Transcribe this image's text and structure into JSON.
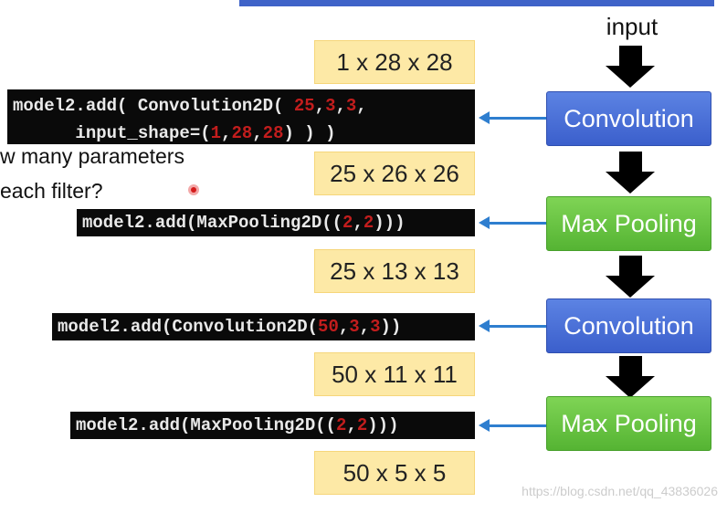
{
  "header": {
    "input_label": "input"
  },
  "shapes": [
    "1 x 28 x 28",
    "25 x 26 x 26",
    "25 x 13 x 13",
    "50 x 11 x 11",
    "50 x 5 x 5"
  ],
  "layers": [
    {
      "label": "Convolution",
      "kind": "conv"
    },
    {
      "label": "Max Pooling",
      "kind": "pool"
    },
    {
      "label": "Convolution",
      "kind": "conv"
    },
    {
      "label": "Max Pooling",
      "kind": "pool"
    }
  ],
  "code": {
    "conv1": {
      "line1_prefix": "model2.add( Convolution2D( ",
      "line1_n1": "25",
      "line1_sep1": ",",
      "line1_n2": "3",
      "line1_sep2": ",",
      "line1_n3": "3",
      "line1_suffix": ",",
      "line2_prefix": "      input_shape=(",
      "line2_n1": "1",
      "line2_sep1": ",",
      "line2_n2": "28",
      "line2_sep2": ",",
      "line2_n3": "28",
      "line2_suffix": ") ) )"
    },
    "pool1": {
      "prefix": "model2.add(MaxPooling2D((",
      "n1": "2",
      "sep": ",",
      "n2": "2",
      "suffix": ")))"
    },
    "conv2": {
      "prefix": "model2.add(Convolution2D(",
      "n1": "50",
      "sep1": ",",
      "n2": "3",
      "sep2": ",",
      "n3": "3",
      "suffix": "))"
    },
    "pool2": {
      "prefix": "model2.add(MaxPooling2D((",
      "n1": "2",
      "sep": ",",
      "n2": "2",
      "suffix": ")))"
    }
  },
  "question": {
    "line1": "w many parameters",
    "line2": "each filter?"
  },
  "watermark": "https://blog.csdn.net/qq_43836026",
  "colors": {
    "conv": "#3b5fcc",
    "pool": "#55b433",
    "shape_box": "#fde9a6",
    "arrow": "#2e7ecf",
    "code_bg": "#0a0a0a",
    "code_number": "#c21d1d"
  }
}
